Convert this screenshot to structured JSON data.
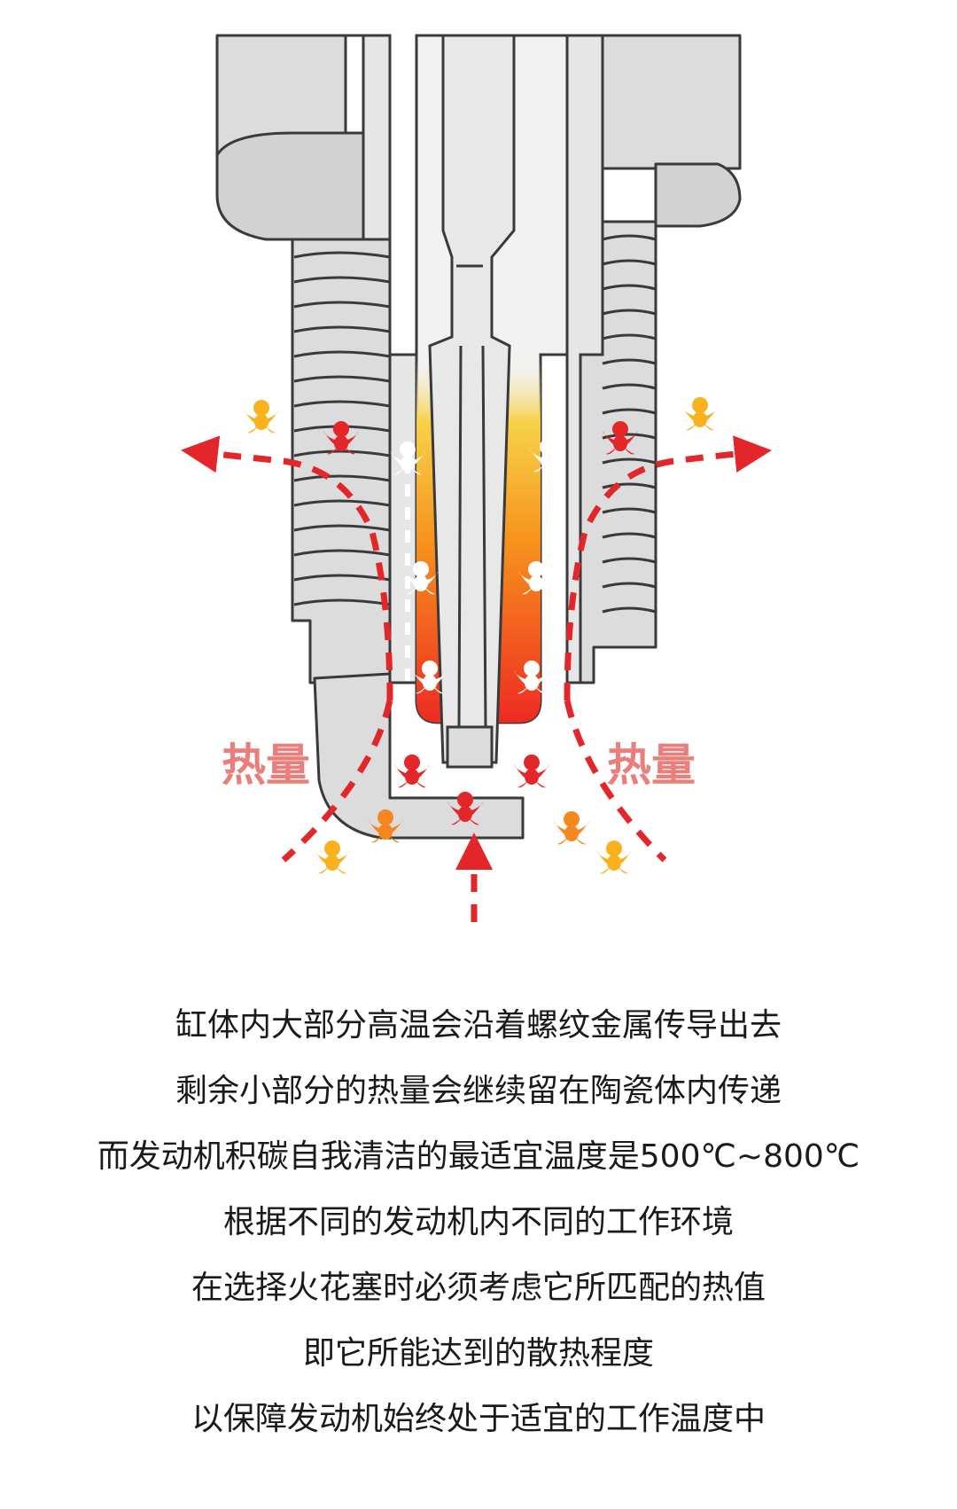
{
  "diagram": {
    "heat_label_left": "热量",
    "heat_label_right": "热量",
    "colors": {
      "line": "#3a3a3a",
      "metal": "#dcdcdc",
      "metal_dark": "#c4c4c4",
      "ceramic": "#f2f2f2",
      "arrow": "#e3262a",
      "dash_white": "#ffffff",
      "glow_top": "#f7d24a",
      "glow_mid": "#f7941d",
      "glow_bottom": "#ee2a22",
      "particle_red": "#e3262a",
      "particle_orange": "#f5871f",
      "particle_yellow": "#f9b21d",
      "particle_white": "#ffffff"
    }
  },
  "caption": {
    "lines": [
      "缸体内大部分高温会沿着螺纹金属传导出去",
      "剩余小部分的热量会继续留在陶瓷体内传递",
      "而发动机积碳自我清洁的最适宜温度是500℃~800℃",
      "根据不同的发动机内不同的工作环境",
      "在选择火花塞时必须考虑它所匹配的热值",
      "即它所能达到的散热程度",
      "以保障发动机始终处于适宜的工作温度中"
    ]
  }
}
